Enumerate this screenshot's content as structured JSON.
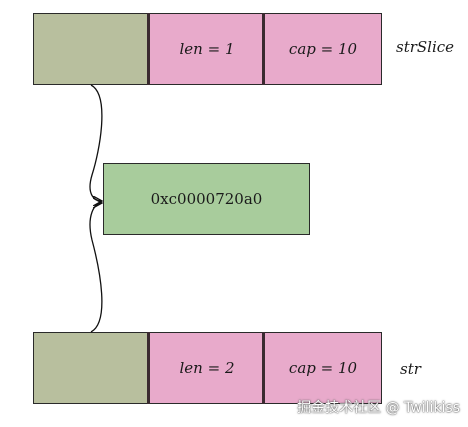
{
  "diagram": {
    "top_struct": {
      "name": "strSlice",
      "len_label": "len = 1",
      "cap_label": "cap = 10"
    },
    "middle": {
      "address": "0xc0000720a0"
    },
    "bottom_struct": {
      "name": "str",
      "len_label": "len = 2",
      "cap_label": "cap = 10"
    },
    "colors": {
      "pointer_cell": "#b8bf9e",
      "field_cell": "#e8aacb",
      "address_cell": "#a8cc9c"
    }
  },
  "watermark": "掘金技术社区 @ Twilikiss"
}
